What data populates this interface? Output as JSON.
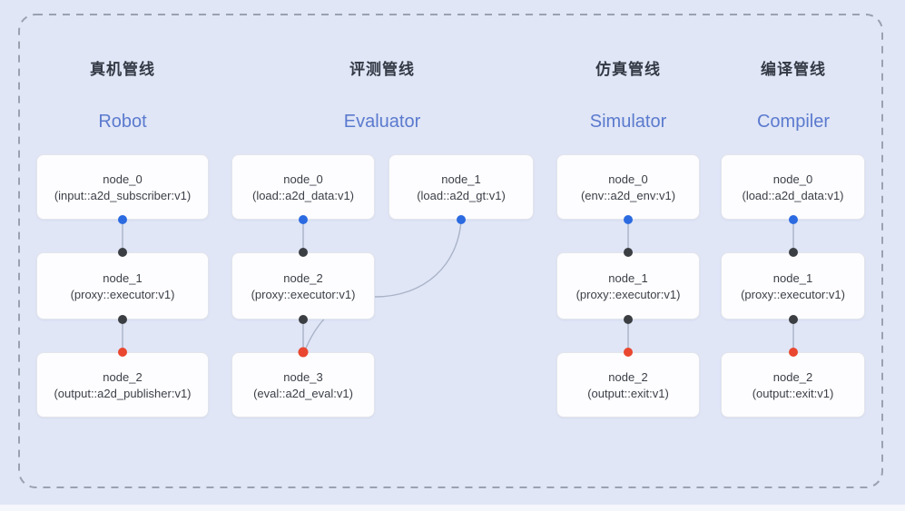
{
  "frame": {
    "background": "#e0e6f6",
    "border_color": "#9aa1af"
  },
  "colors": {
    "edge": "#a9b3c7",
    "blue_dot": "#2b6ae0",
    "dark_dot": "#3b3e42",
    "red_dot": "#e9472f",
    "title_text": "#333a45",
    "subtitle_text": "#5b7ace",
    "box_background": "#fdfdff",
    "box_border": "#e3e5eb"
  },
  "pipelines": [
    {
      "title": "真机管线",
      "subtitle": "Robot",
      "nodes": [
        {
          "name": "node_0",
          "detail": "(input::a2d_subscriber:v1)"
        },
        {
          "name": "node_1",
          "detail": "(proxy::executor:v1)"
        },
        {
          "name": "node_2",
          "detail": "(output::a2d_publisher:v1)"
        }
      ]
    },
    {
      "title": "评测管线",
      "subtitle": "Evaluator",
      "nodes": [
        {
          "name": "node_0",
          "detail": "(load::a2d_data:v1)"
        },
        {
          "name": "node_1",
          "detail": "(load::a2d_gt:v1)"
        },
        {
          "name": "node_2",
          "detail": "(proxy::executor:v1)"
        },
        {
          "name": "node_3",
          "detail": "(eval::a2d_eval:v1)"
        }
      ]
    },
    {
      "title": "仿真管线",
      "subtitle": "Simulator",
      "nodes": [
        {
          "name": "node_0",
          "detail": "(env::a2d_env:v1)"
        },
        {
          "name": "node_1",
          "detail": "(proxy::executor:v1)"
        },
        {
          "name": "node_2",
          "detail": "(output::exit:v1)"
        }
      ]
    },
    {
      "title": "编译管线",
      "subtitle": "Compiler",
      "nodes": [
        {
          "name": "node_0",
          "detail": "(load::a2d_data:v1)"
        },
        {
          "name": "node_1",
          "detail": "(proxy::executor:v1)"
        },
        {
          "name": "node_2",
          "detail": "(output::exit:v1)"
        }
      ]
    }
  ]
}
